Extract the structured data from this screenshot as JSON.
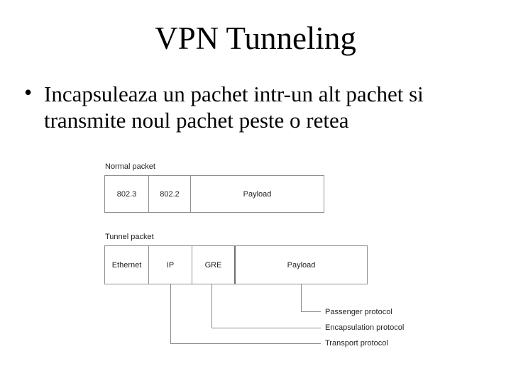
{
  "slide": {
    "title": "VPN Tunneling",
    "bullet": {
      "marker": "•",
      "line1": "Incapsuleaza un pachet intr-un alt pachet si",
      "line2": "transmite noul pachet peste o retea"
    }
  },
  "diagram": {
    "normal_packet": {
      "label": "Normal packet",
      "cells": [
        "802.3",
        "802.2",
        "Payload"
      ]
    },
    "tunnel_packet": {
      "label": "Tunnel packet",
      "cells": [
        "Ethernet",
        "IP",
        "GRE",
        "Payload"
      ]
    },
    "annotations": [
      {
        "label": "Passenger protocol",
        "connects_to": "Payload"
      },
      {
        "label": "Encapsulation protocol",
        "connects_to": "GRE"
      },
      {
        "label": "Transport protocol",
        "connects_to": "IP"
      }
    ],
    "colors": {
      "line": "#8a8a8a",
      "text": "#1f1f1f"
    }
  }
}
